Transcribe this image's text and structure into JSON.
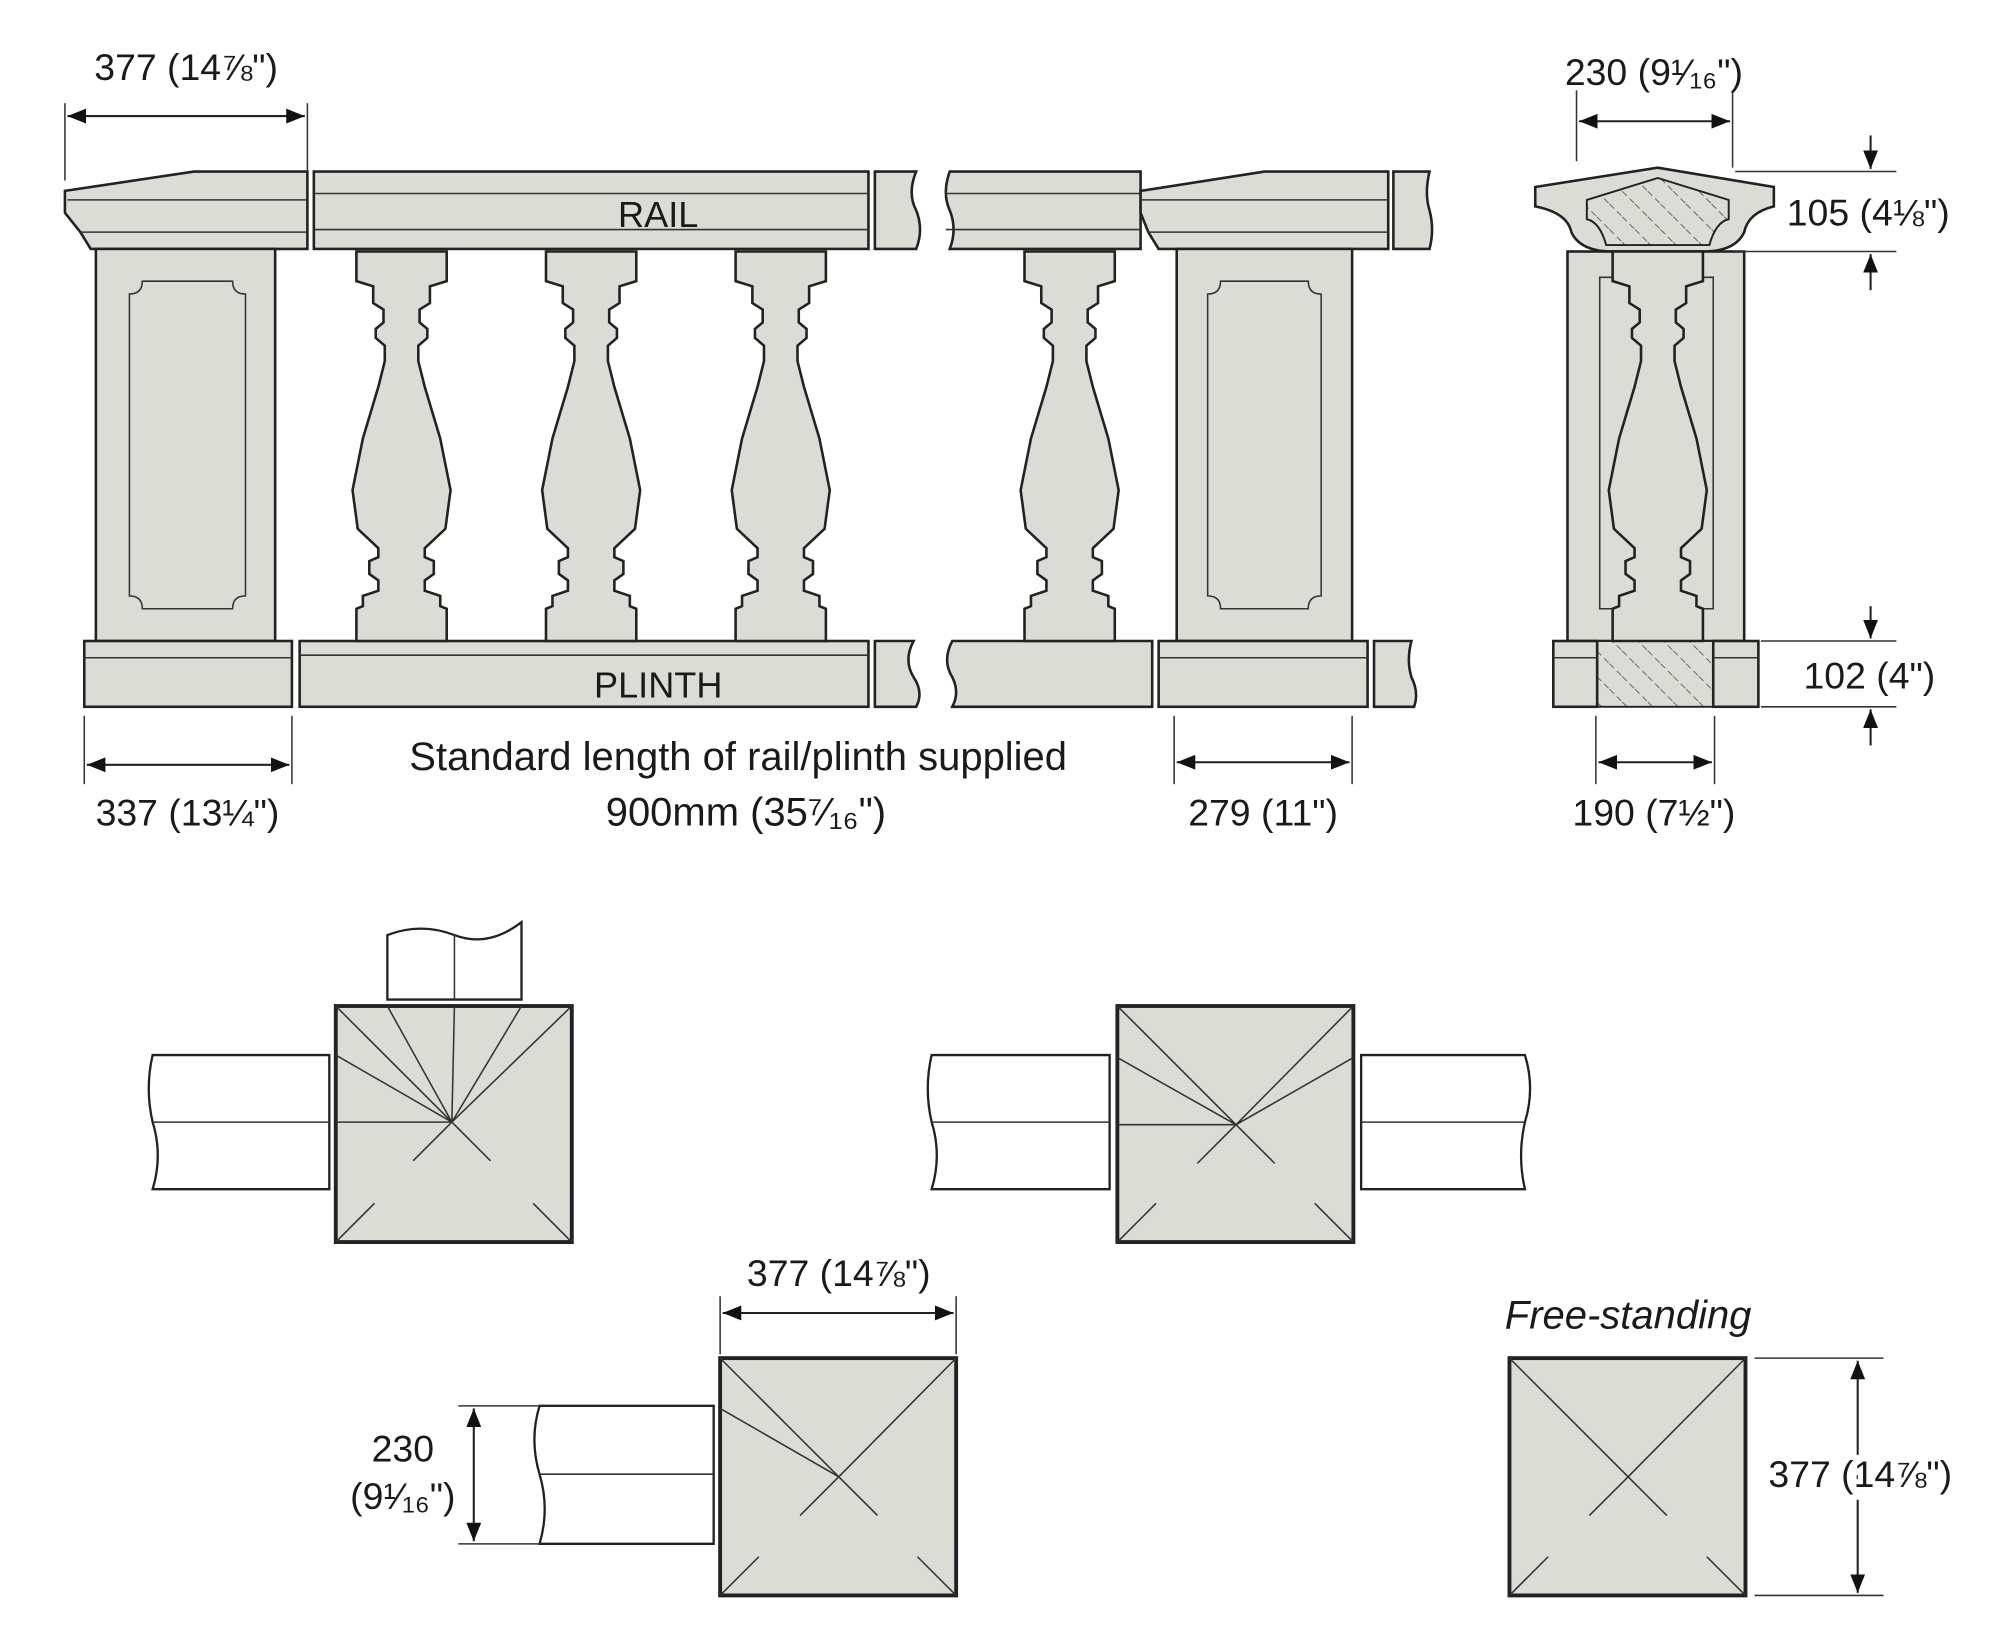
{
  "elevation": {
    "post_cap_width": "377 (14⅞\")",
    "rail_label": "RAIL",
    "plinth_label": "PLINTH",
    "post_base_width": "337 (13¼\")",
    "standard_length_caption": "Standard length of rail/plinth supplied",
    "standard_length_value": "900mm (35⁷⁄₁₆\")",
    "post_body_width": "279 (11\")"
  },
  "section": {
    "rail_width": "230 (9¹⁄₁₆\")",
    "rail_height": "105 (4⅛\")",
    "plinth_height": "102 (4\")",
    "plinth_width": "190 (7½\")"
  },
  "plans": {
    "rail_width_value": "230",
    "rail_width_inches": "(9¹⁄₁₆\")",
    "post_width": "377 (14⅞\")",
    "free_standing_label": "Free-standing",
    "free_standing_height": "377 (14⅞\")"
  }
}
